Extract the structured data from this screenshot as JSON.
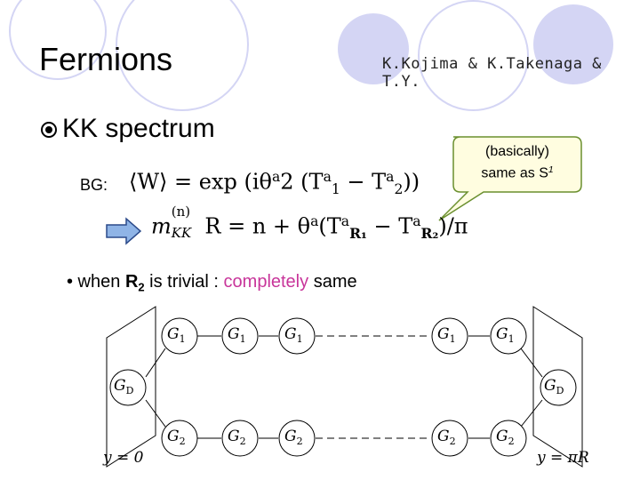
{
  "slide": {
    "title": "Fermions",
    "authors": "K.Kojima & K.Takenaga & T.Y.",
    "bullet": "KK spectrum",
    "bg_label": "BG:",
    "callout": {
      "line1": "(basically)",
      "line2": "same as S",
      "sup": "1"
    },
    "formula_bg": {
      "lhs": "⟨W⟩ = exp (iθ",
      "sup_a1": "a",
      "mid": "2 (T",
      "sup_a2": "a",
      "sub_1": "1",
      "minus": " − T",
      "sup_a3": "a",
      "sub_2": "2",
      "end": "))"
    },
    "formula_mass": {
      "m": "m",
      "sup_n": "(n)",
      "sub_kk": "KK",
      "rhs1": " R = n + θ",
      "sup_a1": "a",
      "rhs2": "(T",
      "sup_a2": "a",
      "sub_r1": "R₁",
      "minus": " − T",
      "sup_a3": "a",
      "sub_r2": "R₂",
      "end": ")/π"
    },
    "bullet2": {
      "pre": "• when ",
      "r": "R",
      "sub": "2",
      "mid": " is trivial : ",
      "highlight": "completely",
      "post": " same"
    },
    "colors": {
      "circle": "#d4d5f4",
      "highlight": "#c8359a",
      "callout_bg": "#fffde0",
      "callout_border": "#6a8f2e",
      "arrow_fill": "#8fb4e6",
      "arrow_stroke": "#2b4a8a"
    },
    "diagram": {
      "top_nodes": [
        {
          "base": "G",
          "sub": "1"
        },
        {
          "base": "G",
          "sub": "1"
        },
        {
          "base": "G",
          "sub": "1"
        },
        {
          "base": "G",
          "sub": "1"
        },
        {
          "base": "G",
          "sub": "1"
        }
      ],
      "bottom_nodes": [
        {
          "base": "G",
          "sub": "2"
        },
        {
          "base": "G",
          "sub": "2"
        },
        {
          "base": "G",
          "sub": "2"
        },
        {
          "base": "G",
          "sub": "2"
        },
        {
          "base": "G",
          "sub": "2"
        }
      ],
      "left_node": {
        "base": "G",
        "sub": "D"
      },
      "right_node": {
        "base": "G",
        "sub": "D"
      },
      "left_label": "y = 0",
      "right_label": "y = πR"
    }
  }
}
